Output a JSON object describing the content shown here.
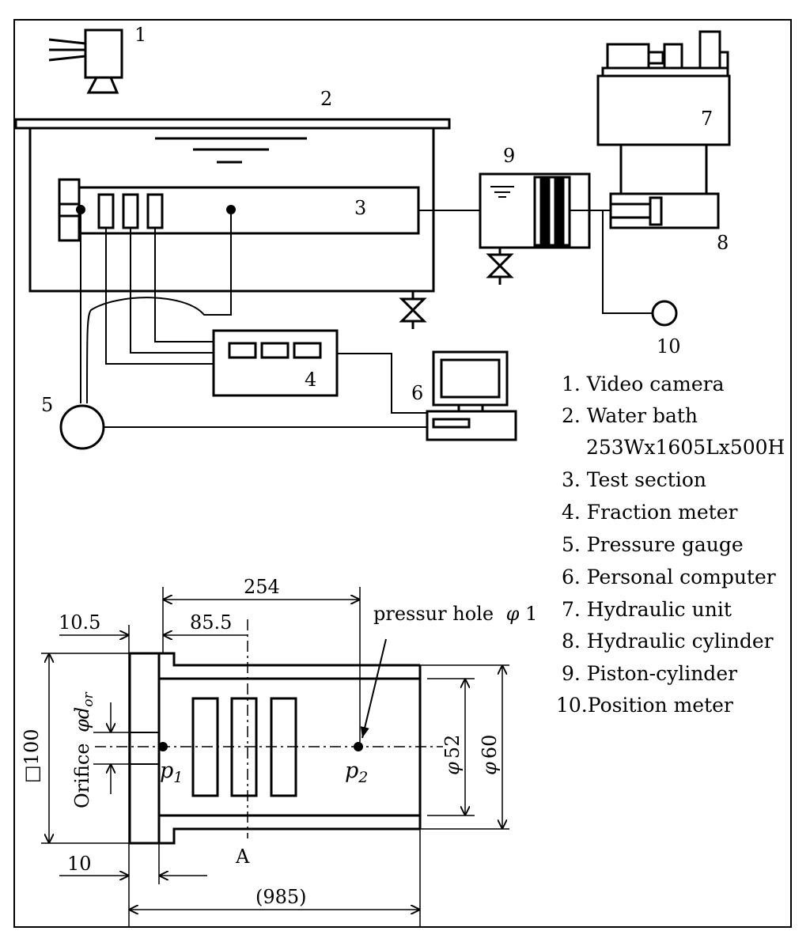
{
  "numbers": {
    "n1": "1",
    "n2": "2",
    "n3": "3",
    "n4": "4",
    "n5": "5",
    "n6": "6",
    "n7": "7",
    "n8": "8",
    "n9": "9",
    "n10": "10"
  },
  "legend": {
    "l1": "1. Video camera",
    "l2": "2. Water bath",
    "l2b": "253Wx1605Lx500H",
    "l3": "3. Test section",
    "l4": "4. Fraction meter",
    "l5": "5. Pressure gauge",
    "l6": "6. Personal computer",
    "l7": "7. Hydraulic unit",
    "l8": "8. Hydraulic cylinder",
    "l9": "9. Piston-cylinder",
    "l10": "10.Position meter"
  },
  "detail": {
    "dim_254": "254",
    "dim_10_5": "10.5",
    "dim_85_5": "85.5",
    "dim_10": "10",
    "dim_985": "(985)",
    "pressure_hole": "pressur hole",
    "phi1": "1",
    "orifice": "Orifice",
    "d_or_sub": "or",
    "square100": "100",
    "phi52": "52",
    "phi60": "60",
    "p1_sub": "1",
    "p2_sub": "2",
    "section_A": "A"
  },
  "symbols": {
    "phi": "φ",
    "p": "p",
    "d": "d",
    "square": "□"
  }
}
